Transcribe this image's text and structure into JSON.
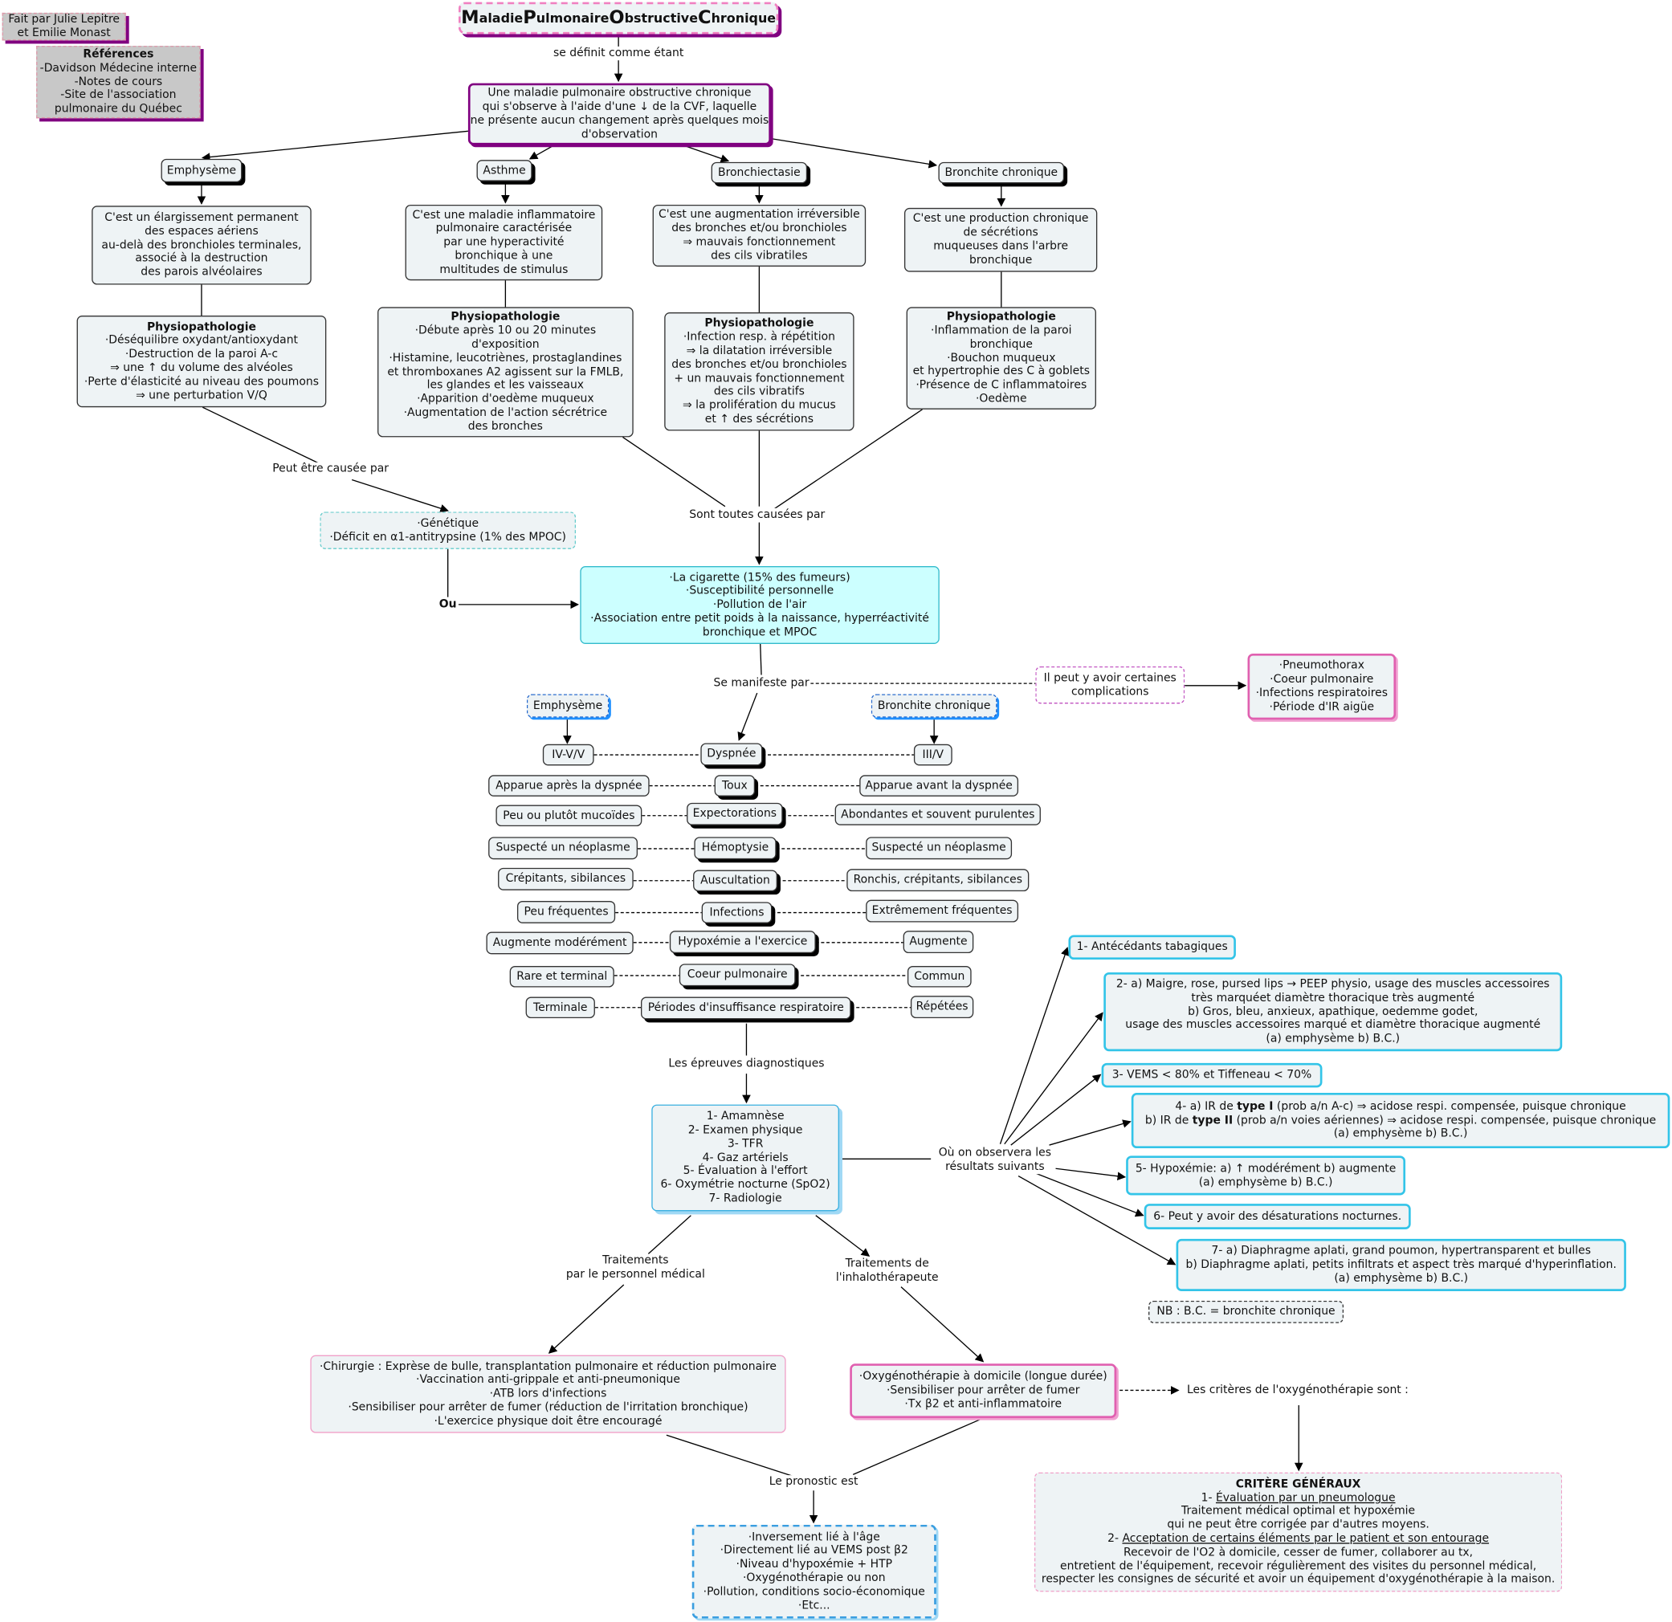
{
  "credit": "Fait par Julie Lepitre\net Emilie Monast",
  "references": {
    "title": "Références",
    "items": "-Davidson Médecine interne\n-Notes de cours\n-Site de l'association\npulmonaire du Québec"
  },
  "title": {
    "M": "M",
    "w1": "aladie ",
    "P": "P",
    "w2": "ulmonaire ",
    "O": "O",
    "w3": "bstructive ",
    "C": "C",
    "w4": "hronique"
  },
  "links": {
    "defined": "se définit comme étant",
    "caused_one": "Peut être causée par",
    "caused_all": "Sont toutes causées par",
    "or": "Ou",
    "manifests": "Se manifeste par",
    "complications_may": "Il peut y avoir certaines\ncomplications",
    "diag_tests": "Les épreuves diagnostiques",
    "observe": "Où on observera les\nrésultats suivants",
    "treat_med": "Traitements\npar le personnel médical",
    "treat_inhalo": "Traitements de\nl'inhalothérapeute",
    "criteria_label": "Les critères de l'oxygénothérapie sont :",
    "prognosis": "Le pronostic est"
  },
  "definition": "Une maladie pulmonaire obstructive chronique\nqui s'observe à l'aide d'une ↓ de la CVF, laquelle\nne présente aucun changement après quelques mois\nd'observation",
  "types": [
    {
      "name": "Emphysème",
      "def": "C'est un élargissement permanent\ndes espaces aériens\nau-delà des bronchioles terminales,\nassocié à la destruction\ndes parois alvéolaires",
      "physio_title": "Physiopathologie",
      "physio": "·Déséquilibre oxydant/antioxydant\n·Destruction de la paroi A-c\n⇒ une ↑ du volume des alvéoles\n·Perte d'élasticité au niveau des poumons\n⇒ une perturbation V/Q"
    },
    {
      "name": "Asthme",
      "def": "C'est une maladie inflammatoire\npulmonaire caractérisée\npar une hyperactivité\nbronchique à une\nmultitudes de stimulus",
      "physio_title": "Physiopathologie",
      "physio": "·Débute après 10 ou 20 minutes\nd'exposition\n·Histamine, leucotriènes, prostaglandines\net thromboxanes A2 agissent sur la FMLB,\nles glandes et les vaisseaux\n·Apparition d'oedème muqueux\n·Augmentation de l'action sécrétrice\ndes bronches"
    },
    {
      "name": "Bronchiectasie",
      "def": "C'est une augmentation irréversible\ndes bronches et/ou bronchioles\n⇒ mauvais fonctionnement\ndes cils vibratiles",
      "physio_title": "Physiopathologie",
      "physio": "·Infection resp. à répétition\n⇒ la dilatation irréversible\ndes bronches et/ou bronchioles\n+ un mauvais fonctionnement\ndes cils vibratifs\n⇒ la prolifération du mucus\net ↑ des sécrétions"
    },
    {
      "name": "Bronchite chronique",
      "def": "C'est une production chronique\nde sécrétions\nmuqueuses dans l'arbre\nbronchique",
      "physio_title": "Physiopathologie",
      "physio": "·Inflammation de la paroi\nbronchique\n·Bouchon muqueux\net hypertrophie des C à goblets\n·Présence de C inflammatoires\n·Oedème"
    }
  ],
  "genetic": "·Génétique\n·Déficit en α1-antitrypsine (1% des MPOC)",
  "causes": "·La cigarette (15% des fumeurs)\n·Susceptibilité personnelle\n·Pollution de l'air\n·Association entre petit poids à la naissance, hyperréactivité\nbronchique et MPOC",
  "complications": "·Pneumothorax\n·Coeur pulmonaire\n·Infections respiratoires\n·Période d'IR aigüe",
  "compare": {
    "left_header": "Emphysème",
    "right_header": "Bronchite chronique",
    "rows": [
      {
        "l": "IV-V/V",
        "c": "Dyspnée",
        "r": "III/V"
      },
      {
        "l": "Apparue après la dyspnée",
        "c": "Toux",
        "r": "Apparue avant la dyspnée"
      },
      {
        "l": "Peu ou plutôt mucoïdes",
        "c": "Expectorations",
        "r": "Abondantes et souvent purulentes"
      },
      {
        "l": "Suspecté un néoplasme",
        "c": "Hémoptysie",
        "r": "Suspecté un néoplasme"
      },
      {
        "l": "Crépitants, sibilances",
        "c": "Auscultation",
        "r": "Ronchis, crépitants, sibilances"
      },
      {
        "l": "Peu fréquentes",
        "c": "Infections",
        "r": "Extrêmement fréquentes"
      },
      {
        "l": "Augmente modérément",
        "c": "Hypoxémie a l'exercice",
        "r": "Augmente"
      },
      {
        "l": "Rare et terminal",
        "c": "Coeur pulmonaire",
        "r": "Commun"
      },
      {
        "l": "Terminale",
        "c": "Périodes d'insuffisance respiratoire",
        "r": "Répétées"
      }
    ]
  },
  "diagnostics": "1- Amamnèse\n2- Examen physique\n3- TFR\n4- Gaz artériels\n5- Évaluation à l'effort\n6- Oxymétrie nocturne (SpO2)\n7- Radiologie",
  "results": {
    "r1": "1- Antécédants tabagiques",
    "r2": "2- a) Maigre, rose, pursed lips → PEEP physio, usage des muscles accessoires\ntrès marquéet diamètre thoracique très augmenté\nb) Gros, bleu, anxieux, apathique, oedemme godet,\nusage des muscles accessoires marqué et diamètre thoracique augmenté\n(a) emphysème b) B.C.)",
    "r3": "3- VEMS < 80% et Tiffeneau < 70%",
    "r4a": "4- a) IR de ",
    "r4a_b": "type I",
    "r4a_e": " (prob a/n A-c) ⇒ acidose respi. compensée, puisque chronique",
    "r4b": "b) IR de ",
    "r4b_b": "type II",
    "r4b_e": " (prob a/n voies aériennes) ⇒ acidose respi. compensée, puisque chronique",
    "r4c": "(a) emphysème b) B.C.)",
    "r5": "5- Hypoxémie: a) ↑ modérément b) augmente\n(a) emphysème b) B.C.)",
    "r6": "6- Peut y avoir des désaturations nocturnes.",
    "r7": "7- a) Diaphragme aplati, grand poumon, hypertransparent et bulles\nb) Diaphragme aplati, petits infiltrats et aspect très marqué d'hyperinflation.\n(a) emphysème b) B.C.)",
    "nb": "NB : B.C. = bronchite chronique"
  },
  "treat_med": "·Chirurgie : Exprèse de bulle, transplantation pulmonaire et réduction pulmonaire\n·Vaccination anti-grippale et anti-pneumonique\n·ATB lors d'infections\n·Sensibiliser pour arrêter de fumer (réduction de l'irritation bronchique)\n·L'exercice physique doit être encouragé",
  "treat_inhalo": "·Oxygénothérapie à domicile (longue durée)\n·Sensibiliser pour arrêter de fumer\n·Tx β2 et anti-inflammatoire",
  "criteria": {
    "title": "CRITÈRE GÉNÉRAUX",
    "c1_num": "1- ",
    "c1_head": "Évaluation par un pneumologue",
    "c1_text": "Traitement médical optimal et hypoxémie\nqui ne peut être corrigée par d'autres moyens.",
    "c2_num": "2- ",
    "c2_head": "Acceptation de certains éléments par le patient et son entourage",
    "c2_text": "Recevoir de l'O2 à domicile, cesser de fumer, collaborer au tx,\nentretient de l'équipement, recevoir régulièrement des visites du personnel médical,\nrespecter les consignes de sécurité et avoir un équipement d'oxygénothérapie à la maison."
  },
  "prognosis": "·Inversement lié à l'âge\n·Directement lié au VEMS post β2\n·Niveau d'hypoxémie + HTP\n·Oxygénothérapie ou non\n·Pollution, conditions socio-économique\n·Etc..."
}
